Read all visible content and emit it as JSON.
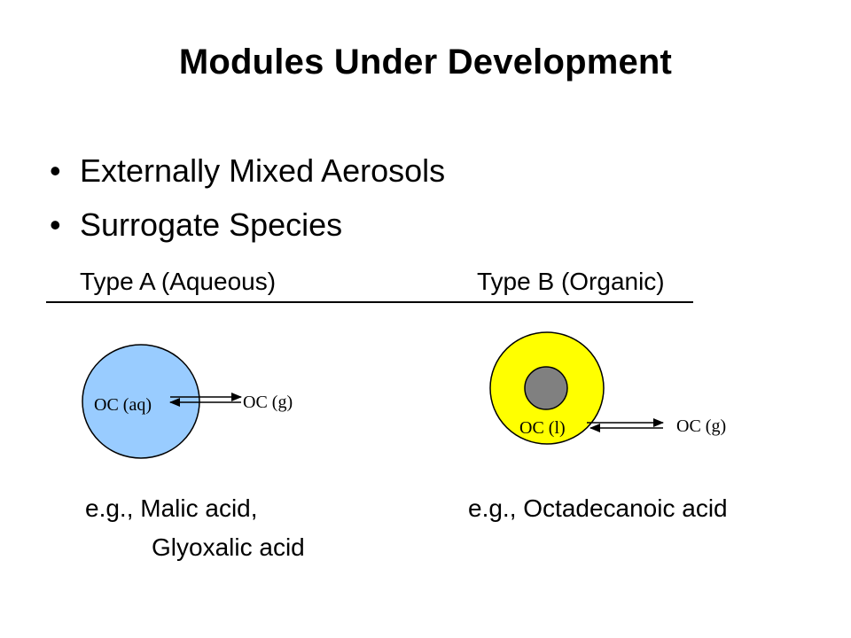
{
  "slide": {
    "title": "Modules Under Development",
    "bullets": [
      "Externally Mixed Aerosols",
      "Surrogate Species"
    ],
    "bullet_symbol": "•"
  },
  "types": {
    "a_label": "Type A (Aqueous)",
    "b_label": "Type B (Organic)"
  },
  "diagram_a": {
    "particle_label": "OC (aq)",
    "gas_label": "OC (g)",
    "particle_color": "#99ccff"
  },
  "diagram_b": {
    "particle_label": "OC (l)",
    "gas_label": "OC (g)",
    "outer_color": "#ffff00",
    "core_color": "#808080"
  },
  "examples": {
    "a_line1": "e.g., Malic acid,",
    "a_line2": "Glyoxalic acid",
    "b_line1": "e.g., Octadecanoic acid"
  }
}
